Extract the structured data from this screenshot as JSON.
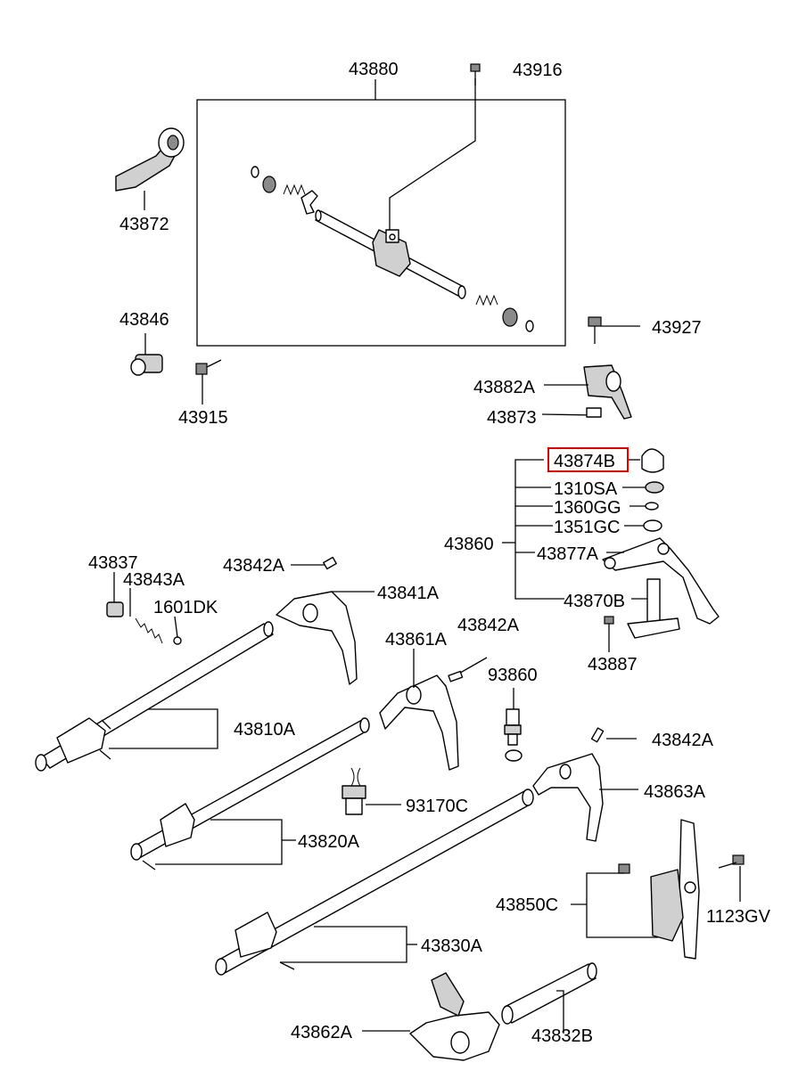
{
  "highlight_color": "#e00000",
  "labels": {
    "p43880": "43880",
    "p43916": "43916",
    "p43872": "43872",
    "p43846": "43846",
    "p43915": "43915",
    "p43927": "43927",
    "p43882A": "43882A",
    "p43873": "43873",
    "p43874B": "43874B",
    "p1310SA": "1310SA",
    "p1360GG": "1360GG",
    "p1351GC": "1351GC",
    "p43860": "43860",
    "p43877A": "43877A",
    "p43870B": "43870B",
    "p43887": "43887",
    "p43837": "43837",
    "p43843A": "43843A",
    "p1601DK": "1601DK",
    "p43842A_1": "43842A",
    "p43841A": "43841A",
    "p43861A": "43861A",
    "p43842A_2": "43842A",
    "p93860": "93860",
    "p43810A": "43810A",
    "p43842A_3": "43842A",
    "p43863A": "43863A",
    "p93170C": "93170C",
    "p43820A": "43820A",
    "p43850C": "43850C",
    "p1123GV": "1123GV",
    "p43830A": "43830A",
    "p43862A": "43862A",
    "p43832B": "43832B"
  }
}
